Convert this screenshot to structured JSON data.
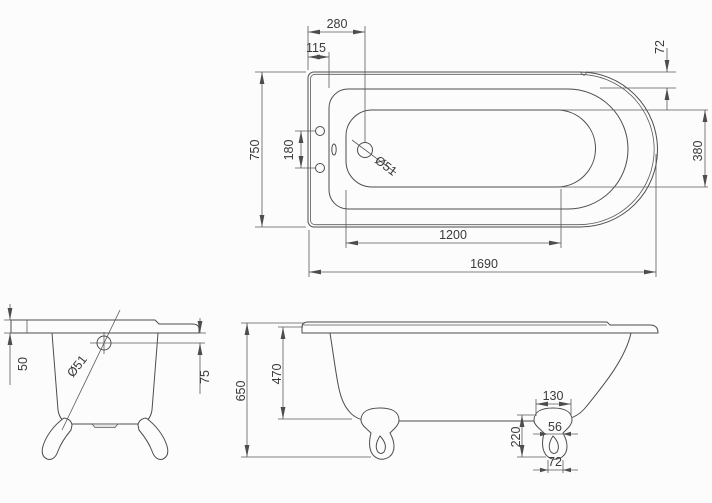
{
  "drawing": {
    "type": "technical-drawing",
    "subject": "Freestanding roll-top bath with claw feet, dimensioned orthographic views",
    "background_color": "#fcfcfc",
    "line_color": "#4d4d4d",
    "text_color": "#3a3a3a",
    "views": {
      "plan": {
        "label": "plan-view",
        "dims": {
          "overall_length": "1690",
          "basin_length": "1200",
          "overall_width": "750",
          "tap_hole_spacing": "180",
          "waste_centre_from_end": "280",
          "rim_inner_from_end": "115",
          "rim_width_at_end": "72",
          "basin_width_at_end": "380",
          "waste_diameter": "Ø51"
        }
      },
      "end": {
        "label": "end-view",
        "dims": {
          "rim_thickness": "50",
          "overflow_diameter": "Ø51",
          "overflow_below_rim": "75"
        }
      },
      "side": {
        "label": "side-view",
        "dims": {
          "overall_height": "650",
          "rim_to_base": "470",
          "foot_top_width": "130",
          "foot_waist_width": "56",
          "foot_height": "220",
          "foot_base_width": "72"
        }
      }
    }
  }
}
